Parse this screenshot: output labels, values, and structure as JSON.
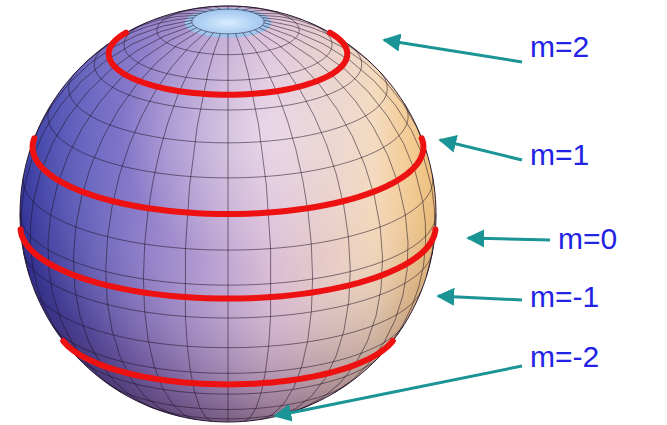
{
  "diagram": {
    "labels": [
      "m=2",
      "m=1",
      "m=0",
      "m=-1",
      "m=-2"
    ]
  }
}
